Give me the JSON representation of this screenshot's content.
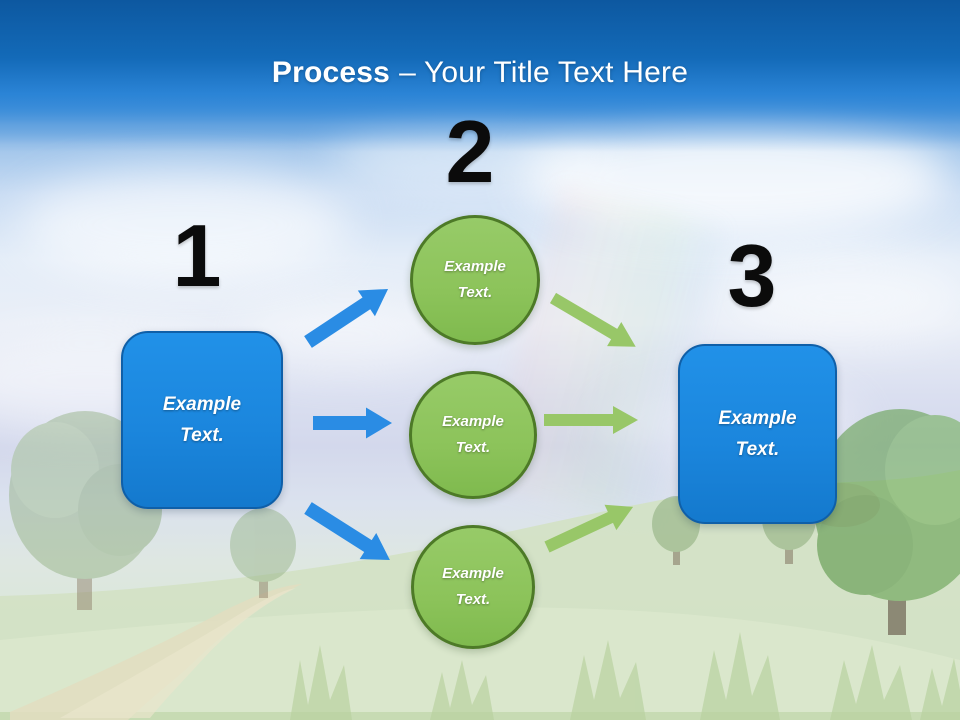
{
  "header": {
    "title_bold": "Process",
    "title_rest": "– Your Title Text Here"
  },
  "steps": [
    {
      "number": "1",
      "shape": "rounded-rectangle",
      "label": "Example Text."
    },
    {
      "number": "2",
      "shape": "circle-group",
      "labels": [
        "Example Text.",
        "Example Text.",
        "Example Text."
      ]
    },
    {
      "number": "3",
      "shape": "rounded-rectangle",
      "label": "Example Text."
    }
  ],
  "icons": {
    "blue_arrows": [
      "arrow-up-right-icon",
      "arrow-right-icon",
      "arrow-down-right-icon"
    ],
    "green_arrows": [
      "arrow-down-right-icon",
      "arrow-right-icon",
      "arrow-up-right-icon"
    ]
  },
  "colors": {
    "header_gradient_top": "#0d58a0",
    "title_text": "#ffffff",
    "number_text": "#0b0b0b",
    "box_fill": "#1b86dd",
    "box_border": "#0f5fa8",
    "circle_fill": "#8cc35a",
    "circle_border": "#4d7a27",
    "arrow_blue": "#2a8ce4",
    "arrow_green": "#98c768",
    "shape_label_text": "#ffffff"
  }
}
